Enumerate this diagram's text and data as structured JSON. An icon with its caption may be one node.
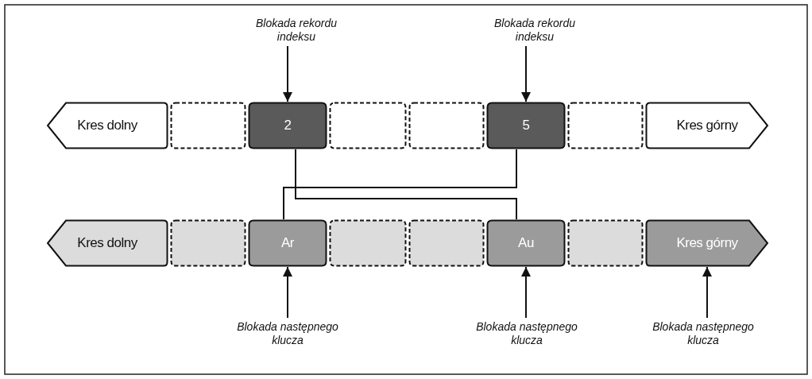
{
  "diagram": {
    "nodes": [
      {
        "text": [
          "Blokada rekordu indeksu"
        ]
      },
      {
        "text": [
          "Blokada rekordu indeksu"
        ]
      },
      {
        "text": [
          "Kres dolny"
        ]
      },
      {
        "text": [],
        "shape": "box"
      },
      {
        "text": [
          "2"
        ]
      },
      {
        "text": [],
        "shape": "box"
      },
      {
        "text": [],
        "shape": "box"
      },
      {
        "text": [
          "5"
        ]
      },
      {
        "text": [],
        "shape": "box"
      },
      {
        "text": [
          "Kres górny"
        ]
      },
      {
        "text": [
          "Kres dolny"
        ]
      },
      {
        "text": [],
        "shape": "box"
      },
      {
        "text": [
          "Ar"
        ]
      },
      {
        "text": [],
        "shape": "box"
      },
      {
        "text": [],
        "shape": "box"
      },
      {
        "text": [
          "Au"
        ]
      },
      {
        "text": [],
        "shape": "box"
      },
      {
        "text": [
          "Kres górny"
        ]
      },
      {
        "text": [
          "Blokada następnego klucza"
        ]
      },
      {
        "text": [
          "Blokada następnego klucza"
        ]
      },
      {
        "text": [
          "Blokada następnego klucza"
        ]
      }
    ],
    "edges": [
      {
        "from": 0,
        "to": 4,
        "arrow": "to"
      },
      {
        "from": 1,
        "to": 7,
        "arrow": "to"
      },
      {
        "from": 4,
        "to": 15,
        "arrow": "none"
      },
      {
        "from": 7,
        "to": 12,
        "arrow": "none"
      },
      {
        "from": 18,
        "to": 12,
        "arrow": "to"
      },
      {
        "from": 19,
        "to": 15,
        "arrow": "to"
      },
      {
        "from": 20,
        "to": 17,
        "arrow": "to"
      }
    ]
  }
}
